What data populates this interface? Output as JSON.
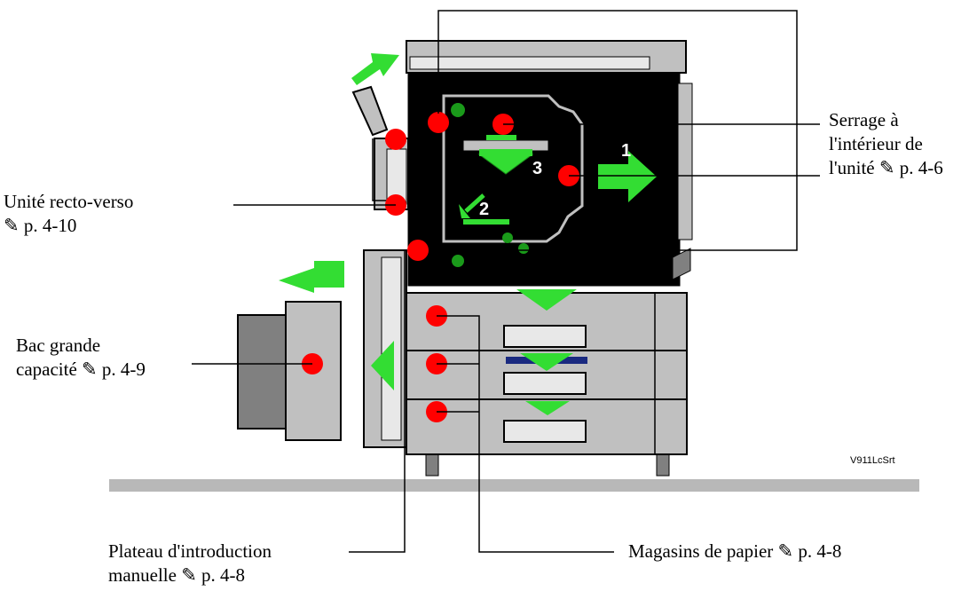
{
  "labels": {
    "duplex": {
      "line1": "Unité recto-verso",
      "line2": "✎ p. 4-10"
    },
    "hcf": {
      "line1": "Bac grande",
      "line2": "capacité ✎ p. 4-9"
    },
    "inside": {
      "line1": "Serrage à",
      "line2": "l'intérieur de",
      "line3": "l'unité ✎ p. 4-6"
    },
    "bypass": {
      "line1": "Plateau d'introduction",
      "line2": "manuelle ✎ p. 4-8"
    },
    "trays": {
      "line1": "Magasins de papier ✎ p. 4-8"
    }
  },
  "figure_code": "V911LcSrt",
  "step_numbers": [
    "1",
    "2",
    "3"
  ],
  "colors": {
    "marker": "#ff0000",
    "arrow": "#33dd33",
    "machine_gray": "#c0c0c0",
    "dark_gray": "#808080",
    "panel_black": "#000000",
    "floor": "#b8b8b8",
    "blue_strip": "#1a2a80"
  },
  "icons": {
    "hand_pointer": "pointing-hand-icon"
  }
}
